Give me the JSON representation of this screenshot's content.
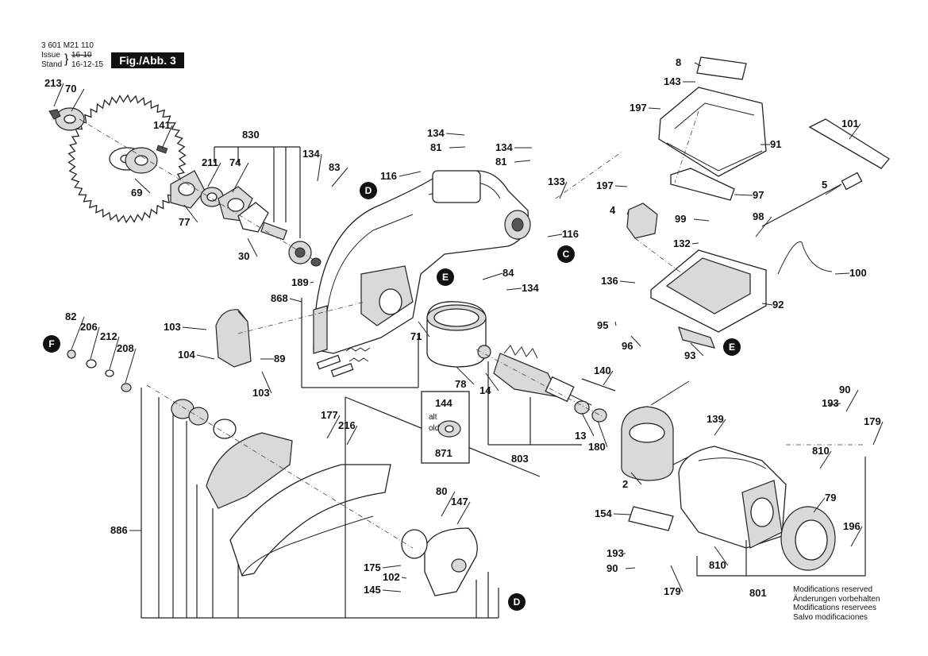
{
  "header": {
    "model_number": "3 601 M21 110",
    "issue_label": "Issue",
    "stand_label": "Stand",
    "issue_value": "16-10",
    "stand_value": "16-12-15",
    "figure_label": "Fig./Abb. 3"
  },
  "notes": [
    "Modifications reserved",
    "Änderungen vorbehalten",
    "Modifications reservees",
    "Salvo modificaciones"
  ],
  "inset": {
    "title": "144",
    "alt_label": "alt",
    "old_label": "old",
    "part": "871"
  },
  "callouts": [
    "C",
    "D",
    "E",
    "F"
  ],
  "part_labels": [
    "213",
    "70",
    "141",
    "69",
    "77",
    "211",
    "74",
    "830",
    "30",
    "189",
    "868",
    "134",
    "83",
    "82",
    "206",
    "212",
    "208",
    "103",
    "104",
    "89",
    "103",
    "116",
    "134",
    "81",
    "134",
    "81",
    "133",
    "116",
    "84",
    "134",
    "71",
    "78",
    "14",
    "140",
    "13",
    "180",
    "803",
    "144",
    "871",
    "177",
    "216",
    "886",
    "80",
    "147",
    "175",
    "102",
    "145",
    "8",
    "143",
    "197",
    "91",
    "101",
    "197",
    "97",
    "4",
    "99",
    "98",
    "5",
    "132",
    "136",
    "92",
    "100",
    "95",
    "96",
    "93",
    "139",
    "193",
    "90",
    "179",
    "810",
    "2",
    "154",
    "79",
    "196",
    "193",
    "90",
    "810",
    "179",
    "801"
  ]
}
